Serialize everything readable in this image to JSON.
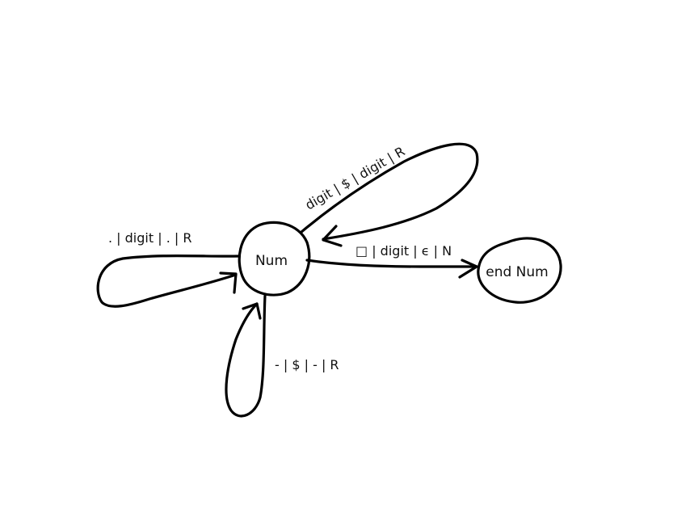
{
  "states": {
    "num": "Num",
    "end_num": "end Num"
  },
  "transitions": {
    "dot_loop": ". | digit | . | R",
    "digit_loop": "digit | $ | digit | R",
    "minus_loop": "- | $ | - | R",
    "to_end": "□ | digit | ϵ | N"
  }
}
